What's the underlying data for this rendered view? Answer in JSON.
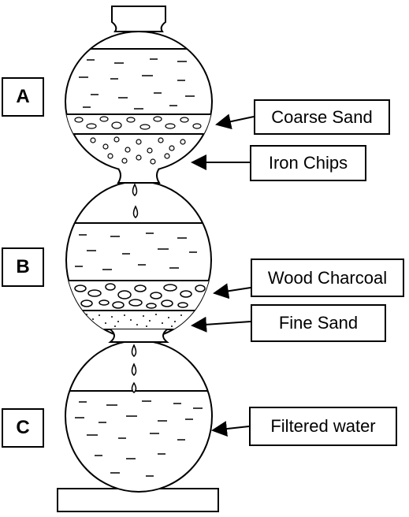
{
  "sections": [
    {
      "id": "a",
      "label": "A"
    },
    {
      "id": "b",
      "label": "B"
    },
    {
      "id": "c",
      "label": "C"
    }
  ],
  "labels": {
    "coarse_sand": "Coarse Sand",
    "iron_chips": "Iron Chips",
    "wood_charcoal": "Wood Charcoal",
    "fine_sand": "Fine Sand",
    "filtered_water": "Filtered water"
  },
  "colors": {
    "line": "#000000",
    "background": "#ffffff"
  }
}
